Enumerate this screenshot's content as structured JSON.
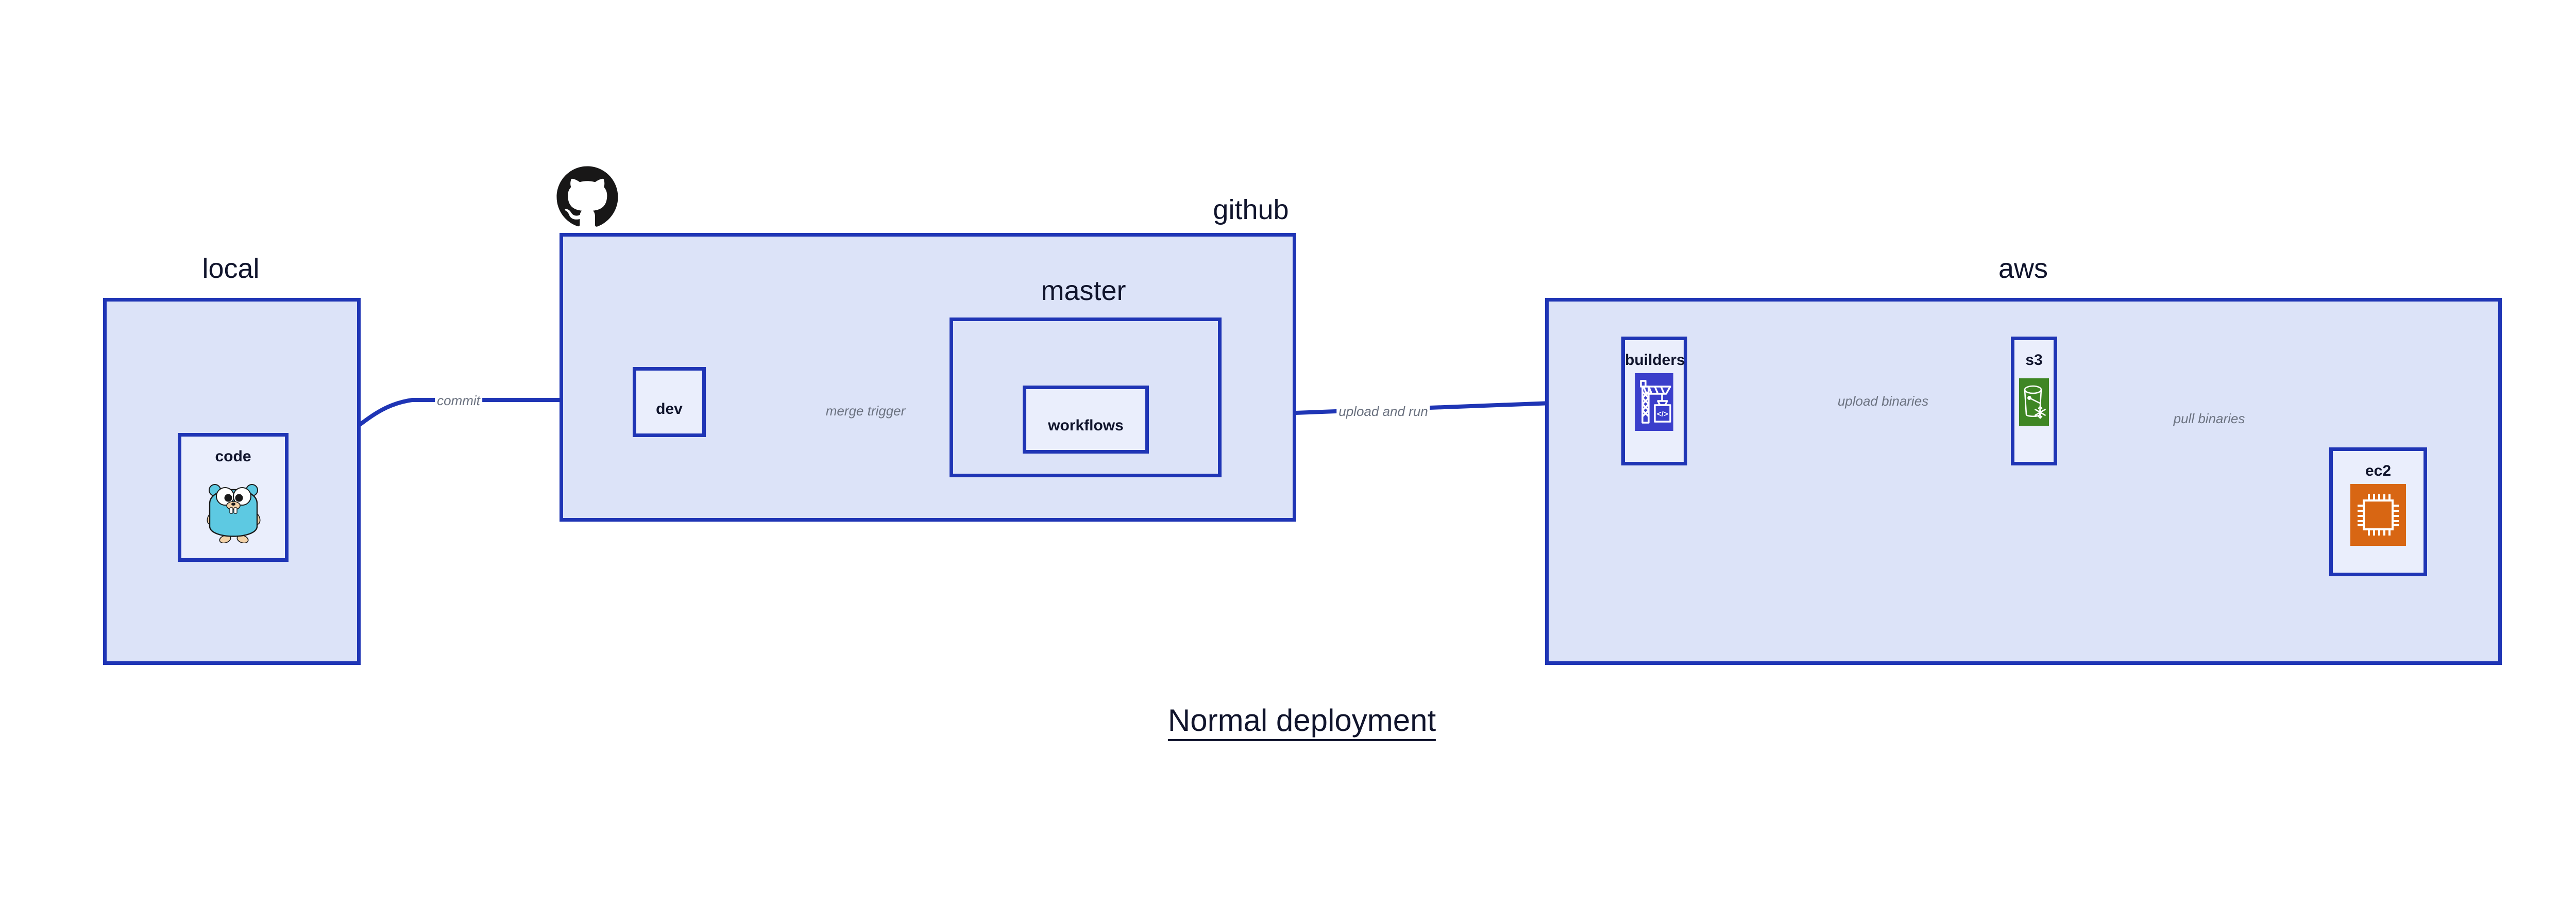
{
  "title": "Normal deployment",
  "colors": {
    "container_fill": "#dce3f8",
    "node_fill": "#eaeefc",
    "stroke": "#1f35b5",
    "text": "#10142c",
    "edge_label": "#6b7280",
    "builders_icon_bg": "#3a3ecb",
    "s3_icon_bg": "#3f8624",
    "ec2_icon_bg": "#d86613",
    "gopher_body": "#5dc9e2",
    "github_logo": "#181717"
  },
  "containers": [
    {
      "id": "local",
      "label": "local"
    },
    {
      "id": "github",
      "label": "github"
    },
    {
      "id": "master",
      "label": "master"
    },
    {
      "id": "aws",
      "label": "aws"
    }
  ],
  "nodes": [
    {
      "id": "code",
      "label": "code",
      "icon": "go-gopher-icon"
    },
    {
      "id": "dev",
      "label": "dev",
      "icon": "none"
    },
    {
      "id": "workflows",
      "label": "workflows",
      "icon": "none"
    },
    {
      "id": "builders",
      "label": "builders",
      "icon": "aws-codebuild-icon"
    },
    {
      "id": "s3",
      "label": "s3",
      "icon": "aws-s3-glacier-icon"
    },
    {
      "id": "ec2",
      "label": "ec2",
      "icon": "aws-ec2-icon"
    }
  ],
  "edges": [
    {
      "id": "code-to-dev",
      "from": "code",
      "to": "dev",
      "label": "commit"
    },
    {
      "id": "dev-to-workflows",
      "from": "dev",
      "to": "workflows",
      "label": "merge trigger"
    },
    {
      "id": "workflows-to-build",
      "from": "workflows",
      "to": "builders",
      "label": "upload and run"
    },
    {
      "id": "builders-to-s3",
      "from": "builders",
      "to": "s3",
      "label": "upload binaries"
    },
    {
      "id": "s3-to-ec2",
      "from": "s3",
      "to": "ec2",
      "label": "pull binaries"
    }
  ],
  "logos": [
    {
      "id": "github-logo",
      "name": "github-octocat-logo"
    }
  ]
}
